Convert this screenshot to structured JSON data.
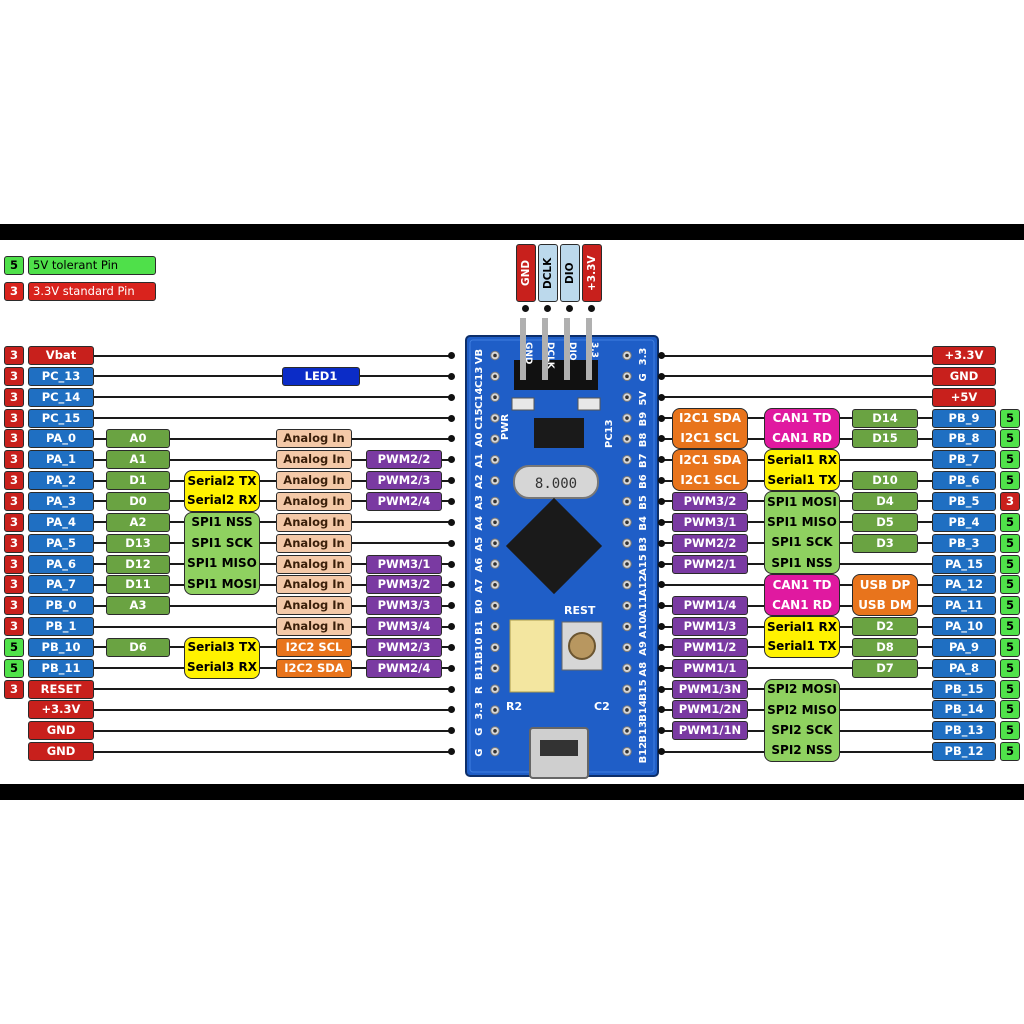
{
  "legend": [
    {
      "code": "5",
      "label": "5V tolerant Pin",
      "color": "#4fe04a"
    },
    {
      "code": "3",
      "label": "3.3V standard Pin",
      "color": "#d9231d"
    }
  ],
  "colors": {
    "red": "#c8201c",
    "green_bright": "#50e24a",
    "blue": "#1f6fc2",
    "olive": "#6aa342",
    "peach": "#f4c9a8",
    "purple": "#7a3aa2",
    "yellow": "#fff200",
    "lime": "#8fd160",
    "orange": "#e8741c",
    "magenta": "#e019a0",
    "navy": "#0b2cc7",
    "lightblue": "#bcd9ec",
    "board": "#1f5ec7",
    "frame": "#000000"
  },
  "swd": [
    {
      "label": "GND",
      "color": "red"
    },
    {
      "label": "DCLK",
      "color": "lightblue"
    },
    {
      "label": "DIO",
      "color": "lightblue"
    },
    {
      "label": "+3.3V",
      "color": "red"
    }
  ],
  "left_pins": [
    {
      "pin": "Vbat",
      "tol": "3",
      "pc": "red"
    },
    {
      "pin": "PC_13",
      "tol": "3",
      "pc": "blue"
    },
    {
      "pin": "PC_14",
      "tol": "3",
      "pc": "blue"
    },
    {
      "pin": "PC_15",
      "tol": "3",
      "pc": "blue"
    },
    {
      "pin": "PA_0",
      "tol": "3",
      "pc": "blue"
    },
    {
      "pin": "PA_1",
      "tol": "3",
      "pc": "blue"
    },
    {
      "pin": "PA_2",
      "tol": "3",
      "pc": "blue"
    },
    {
      "pin": "PA_3",
      "tol": "3",
      "pc": "blue"
    },
    {
      "pin": "PA_4",
      "tol": "3",
      "pc": "blue"
    },
    {
      "pin": "PA_5",
      "tol": "3",
      "pc": "blue"
    },
    {
      "pin": "PA_6",
      "tol": "3",
      "pc": "blue"
    },
    {
      "pin": "PA_7",
      "tol": "3",
      "pc": "blue"
    },
    {
      "pin": "PB_0",
      "tol": "3",
      "pc": "blue"
    },
    {
      "pin": "PB_1",
      "tol": "3",
      "pc": "blue"
    },
    {
      "pin": "PB_10",
      "tol": "5",
      "pc": "blue"
    },
    {
      "pin": "PB_11",
      "tol": "5",
      "pc": "blue"
    },
    {
      "pin": "RESET",
      "tol": "3",
      "pc": "red"
    },
    {
      "pin": "+3.3V",
      "tol": "",
      "pc": "red"
    },
    {
      "pin": "GND",
      "tol": "",
      "pc": "red"
    },
    {
      "pin": "GND",
      "tol": "",
      "pc": "red"
    }
  ],
  "left_singles": [
    {
      "row": 1,
      "col": "led",
      "text": "LED1",
      "color": "navy"
    },
    {
      "row": 4,
      "col": "d",
      "text": "A0",
      "color": "olive"
    },
    {
      "row": 5,
      "col": "d",
      "text": "A1",
      "color": "olive"
    },
    {
      "row": 6,
      "col": "d",
      "text": "D1",
      "color": "olive"
    },
    {
      "row": 7,
      "col": "d",
      "text": "D0",
      "color": "olive"
    },
    {
      "row": 8,
      "col": "d",
      "text": "A2",
      "color": "olive"
    },
    {
      "row": 9,
      "col": "d",
      "text": "D13",
      "color": "olive"
    },
    {
      "row": 10,
      "col": "d",
      "text": "D12",
      "color": "olive"
    },
    {
      "row": 11,
      "col": "d",
      "text": "D11",
      "color": "olive"
    },
    {
      "row": 12,
      "col": "d",
      "text": "A3",
      "color": "olive"
    },
    {
      "row": 14,
      "col": "d",
      "text": "D6",
      "color": "olive"
    },
    {
      "row": 4,
      "col": "an",
      "text": "Analog In",
      "color": "peach"
    },
    {
      "row": 5,
      "col": "an",
      "text": "Analog In",
      "color": "peach"
    },
    {
      "row": 6,
      "col": "an",
      "text": "Analog In",
      "color": "peach"
    },
    {
      "row": 7,
      "col": "an",
      "text": "Analog In",
      "color": "peach"
    },
    {
      "row": 8,
      "col": "an",
      "text": "Analog In",
      "color": "peach"
    },
    {
      "row": 9,
      "col": "an",
      "text": "Analog In",
      "color": "peach"
    },
    {
      "row": 10,
      "col": "an",
      "text": "Analog In",
      "color": "peach"
    },
    {
      "row": 11,
      "col": "an",
      "text": "Analog In",
      "color": "peach"
    },
    {
      "row": 12,
      "col": "an",
      "text": "Analog In",
      "color": "peach"
    },
    {
      "row": 13,
      "col": "an",
      "text": "Analog In",
      "color": "peach"
    },
    {
      "row": 14,
      "col": "an",
      "text": "I2C2 SCL",
      "color": "orange"
    },
    {
      "row": 15,
      "col": "an",
      "text": "I2C2 SDA",
      "color": "orange"
    },
    {
      "row": 5,
      "col": "pwm",
      "text": "PWM2/2",
      "color": "purple"
    },
    {
      "row": 6,
      "col": "pwm",
      "text": "PWM2/3",
      "color": "purple"
    },
    {
      "row": 7,
      "col": "pwm",
      "text": "PWM2/4",
      "color": "purple"
    },
    {
      "row": 10,
      "col": "pwm",
      "text": "PWM3/1",
      "color": "purple"
    },
    {
      "row": 11,
      "col": "pwm",
      "text": "PWM3/2",
      "color": "purple"
    },
    {
      "row": 12,
      "col": "pwm",
      "text": "PWM3/3",
      "color": "purple"
    },
    {
      "row": 13,
      "col": "pwm",
      "text": "PWM3/4",
      "color": "purple"
    },
    {
      "row": 14,
      "col": "pwm",
      "text": "PWM2/3",
      "color": "purple"
    },
    {
      "row": 15,
      "col": "pwm",
      "text": "PWM2/4",
      "color": "purple"
    }
  ],
  "left_groups": [
    {
      "row": 6,
      "rows": 2,
      "lines": [
        "Serial2 TX",
        "Serial2 RX"
      ],
      "color": "yellow"
    },
    {
      "row": 8,
      "rows": 4,
      "lines": [
        "SPI1 NSS",
        "SPI1 SCK",
        "SPI1 MISO",
        "SPI1 MOSI"
      ],
      "color": "lime"
    },
    {
      "row": 14,
      "rows": 2,
      "lines": [
        "Serial3 TX",
        "Serial3 RX"
      ],
      "color": "yellow"
    }
  ],
  "right_pins": [
    {
      "pin": "+3.3V",
      "tol": "",
      "pc": "red"
    },
    {
      "pin": "GND",
      "tol": "",
      "pc": "red"
    },
    {
      "pin": "+5V",
      "tol": "",
      "pc": "red"
    },
    {
      "pin": "PB_9",
      "tol": "5",
      "pc": "blue"
    },
    {
      "pin": "PB_8",
      "tol": "5",
      "pc": "blue"
    },
    {
      "pin": "PB_7",
      "tol": "5",
      "pc": "blue"
    },
    {
      "pin": "PB_6",
      "tol": "5",
      "pc": "blue"
    },
    {
      "pin": "PB_5",
      "tol": "3",
      "pc": "blue"
    },
    {
      "pin": "PB_4",
      "tol": "5",
      "pc": "blue"
    },
    {
      "pin": "PB_3",
      "tol": "5",
      "pc": "blue"
    },
    {
      "pin": "PA_15",
      "tol": "5",
      "pc": "blue"
    },
    {
      "pin": "PA_12",
      "tol": "5",
      "pc": "blue"
    },
    {
      "pin": "PA_11",
      "tol": "5",
      "pc": "blue"
    },
    {
      "pin": "PA_10",
      "tol": "5",
      "pc": "blue"
    },
    {
      "pin": "PA_9",
      "tol": "5",
      "pc": "blue"
    },
    {
      "pin": "PA_8",
      "tol": "5",
      "pc": "blue"
    },
    {
      "pin": "PB_15",
      "tol": "5",
      "pc": "blue"
    },
    {
      "pin": "PB_14",
      "tol": "5",
      "pc": "blue"
    },
    {
      "pin": "PB_13",
      "tol": "5",
      "pc": "blue"
    },
    {
      "pin": "PB_12",
      "tol": "5",
      "pc": "blue"
    }
  ],
  "right_singles": [
    {
      "row": 3,
      "col": "d",
      "text": "D14",
      "color": "olive"
    },
    {
      "row": 4,
      "col": "d",
      "text": "D15",
      "color": "olive"
    },
    {
      "row": 6,
      "col": "d",
      "text": "D10",
      "color": "olive"
    },
    {
      "row": 7,
      "col": "d",
      "text": "D4",
      "color": "olive"
    },
    {
      "row": 8,
      "col": "d",
      "text": "D5",
      "color": "olive"
    },
    {
      "row": 9,
      "col": "d",
      "text": "D3",
      "color": "olive"
    },
    {
      "row": 13,
      "col": "d",
      "text": "D2",
      "color": "olive"
    },
    {
      "row": 14,
      "col": "d",
      "text": "D8",
      "color": "olive"
    },
    {
      "row": 15,
      "col": "d",
      "text": "D7",
      "color": "olive"
    },
    {
      "row": 7,
      "col": "pwm",
      "text": "PWM3/2",
      "color": "purple"
    },
    {
      "row": 8,
      "col": "pwm",
      "text": "PWM3/1",
      "color": "purple"
    },
    {
      "row": 9,
      "col": "pwm",
      "text": "PWM2/2",
      "color": "purple"
    },
    {
      "row": 10,
      "col": "pwm",
      "text": "PWM2/1",
      "color": "purple"
    },
    {
      "row": 12,
      "col": "pwm",
      "text": "PWM1/4",
      "color": "purple"
    },
    {
      "row": 13,
      "col": "pwm",
      "text": "PWM1/3",
      "color": "purple"
    },
    {
      "row": 14,
      "col": "pwm",
      "text": "PWM1/2",
      "color": "purple"
    },
    {
      "row": 15,
      "col": "pwm",
      "text": "PWM1/1",
      "color": "purple"
    },
    {
      "row": 16,
      "col": "pwm",
      "text": "PWM1/3N",
      "color": "purple"
    },
    {
      "row": 17,
      "col": "pwm",
      "text": "PWM1/2N",
      "color": "purple"
    },
    {
      "row": 18,
      "col": "pwm",
      "text": "PWM1/1N",
      "color": "purple"
    }
  ],
  "right_groups": [
    {
      "row": 3,
      "rows": 2,
      "col": "pwm",
      "lines": [
        "I2C1 SDA",
        "I2C1 SCL"
      ],
      "color": "orange"
    },
    {
      "row": 5,
      "rows": 2,
      "col": "pwm",
      "lines": [
        "I2C1 SDA",
        "I2C1 SCL"
      ],
      "color": "orange"
    },
    {
      "row": 3,
      "rows": 2,
      "col": "mid",
      "lines": [
        "CAN1 TD",
        "CAN1 RD"
      ],
      "color": "magenta"
    },
    {
      "row": 5,
      "rows": 2,
      "col": "mid",
      "lines": [
        "Serial1 RX",
        "Serial1 TX"
      ],
      "color": "yellow"
    },
    {
      "row": 7,
      "rows": 4,
      "col": "mid",
      "lines": [
        "SPI1 MOSI",
        "SPI1 MISO",
        "SPI1 SCK",
        "SPI1 NSS"
      ],
      "color": "lime"
    },
    {
      "row": 11,
      "rows": 2,
      "col": "mid",
      "lines": [
        "CAN1 TD",
        "CAN1 RD"
      ],
      "color": "magenta"
    },
    {
      "row": 11,
      "rows": 2,
      "col": "d",
      "lines": [
        "USB DP",
        "USB DM"
      ],
      "color": "orange"
    },
    {
      "row": 13,
      "rows": 2,
      "col": "mid",
      "lines": [
        "Serial1 RX",
        "Serial1 TX"
      ],
      "color": "yellow"
    },
    {
      "row": 16,
      "rows": 4,
      "col": "mid",
      "lines": [
        "SPI2 MOSI",
        "SPI2 MISO",
        "SPI2 SCK",
        "SPI2 NSS"
      ],
      "color": "lime"
    }
  ],
  "board": {
    "left_header": [
      "VB",
      "C13",
      "C14",
      "C15",
      "A0",
      "A1",
      "A2",
      "A3",
      "A4",
      "A5",
      "A6",
      "A7",
      "B0",
      "B1",
      "B10",
      "B11",
      "R",
      "3.3",
      "G",
      "G"
    ],
    "right_header": [
      "3.3",
      "G",
      "5V",
      "B9",
      "B8",
      "B7",
      "B6",
      "B5",
      "B4",
      "B3",
      "A15",
      "A12",
      "A11",
      "A10",
      "A9",
      "A8",
      "B15",
      "B14",
      "B13",
      "B12"
    ],
    "top_header": [
      "GND",
      "DCLK",
      "DIO",
      "3.3"
    ],
    "crystal": "8.000",
    "silk": {
      "pwr": "PWR",
      "pc13": "PC13",
      "rest": "REST",
      "r2": "R2",
      "c2": "C2"
    }
  }
}
